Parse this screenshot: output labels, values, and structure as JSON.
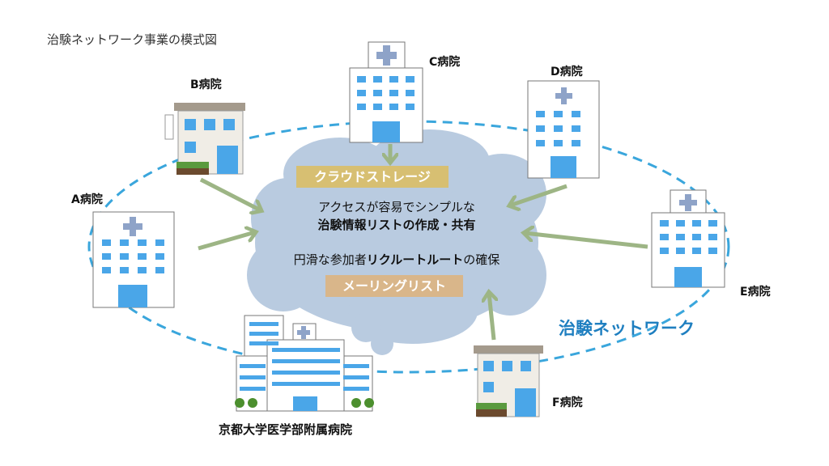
{
  "title": "治験ネットワーク事業の模式図",
  "network_label": "治験ネットワーク",
  "hospitals": {
    "a": "A病院",
    "b": "B病院",
    "c": "C病院",
    "d": "D病院",
    "e": "E病院",
    "f": "F病院",
    "kyoto": "京都大学医学部附属病院"
  },
  "cloud": {
    "storage_tag": "クラウドストレージ",
    "line1": "アクセスが容易でシンプルな",
    "line2": "治験情報リストの作成・共有",
    "line3_pre": "円滑な参加者",
    "line3_bold": "リクルートルート",
    "line3_post": "の確保",
    "mail_tag": "メーリングリスト"
  },
  "colors": {
    "network": "#1f7fc0",
    "dashed": "#3aa6dc",
    "cloud": "#b9cbe0",
    "arrow": "#9db585"
  }
}
